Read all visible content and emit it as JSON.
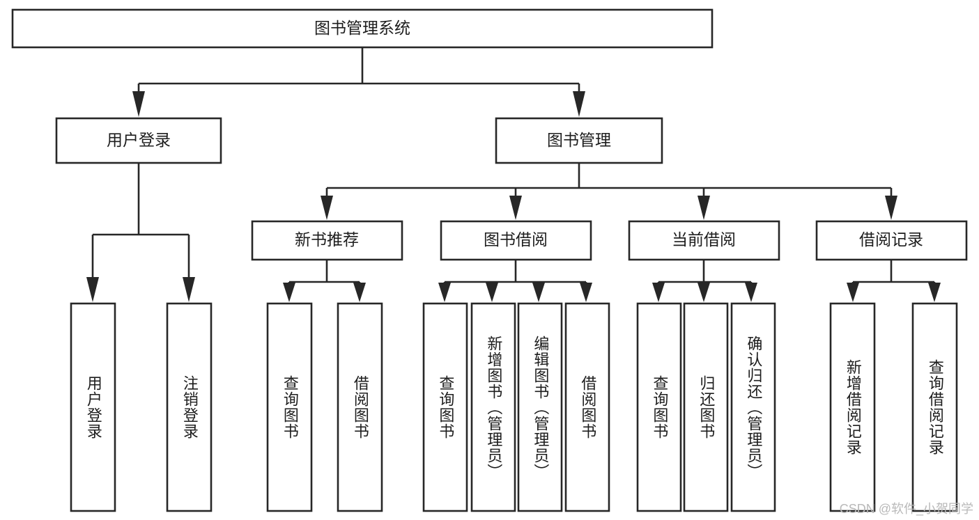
{
  "diagram": {
    "type": "tree-hierarchy",
    "title": "图书管理系统",
    "orientation": "top-down",
    "colors": {
      "stroke": "#272727",
      "box_fill": "#ffffff",
      "text": "#1d1d1d",
      "background": "#ffffff",
      "watermark": "#b9b9b9"
    },
    "root": {
      "label": "图书管理系统"
    },
    "level2": [
      {
        "label": "用户登录"
      },
      {
        "label": "图书管理"
      }
    ],
    "level3": [
      {
        "label": "新书推荐"
      },
      {
        "label": "图书借阅"
      },
      {
        "label": "当前借阅"
      },
      {
        "label": "借阅记录"
      }
    ],
    "leaves_user_login": [
      {
        "label": "用户登录"
      },
      {
        "label": "注销登录"
      }
    ],
    "leaves_new_book": [
      {
        "label": "查询图书"
      },
      {
        "label": "借阅图书"
      }
    ],
    "leaves_borrow": [
      {
        "label": "查询图书"
      },
      {
        "label": "新增图书（管理员）"
      },
      {
        "label": "编辑图书（管理员）"
      },
      {
        "label": "借阅图书"
      }
    ],
    "leaves_current": [
      {
        "label": "查询图书"
      },
      {
        "label": "归还图书"
      },
      {
        "label": "确认归还（管理员）"
      }
    ],
    "leaves_records": [
      {
        "label": "新增借阅记录"
      },
      {
        "label": "查询借阅记录"
      }
    ]
  },
  "watermark": {
    "text": "CSDN @软件_小贺同学"
  }
}
